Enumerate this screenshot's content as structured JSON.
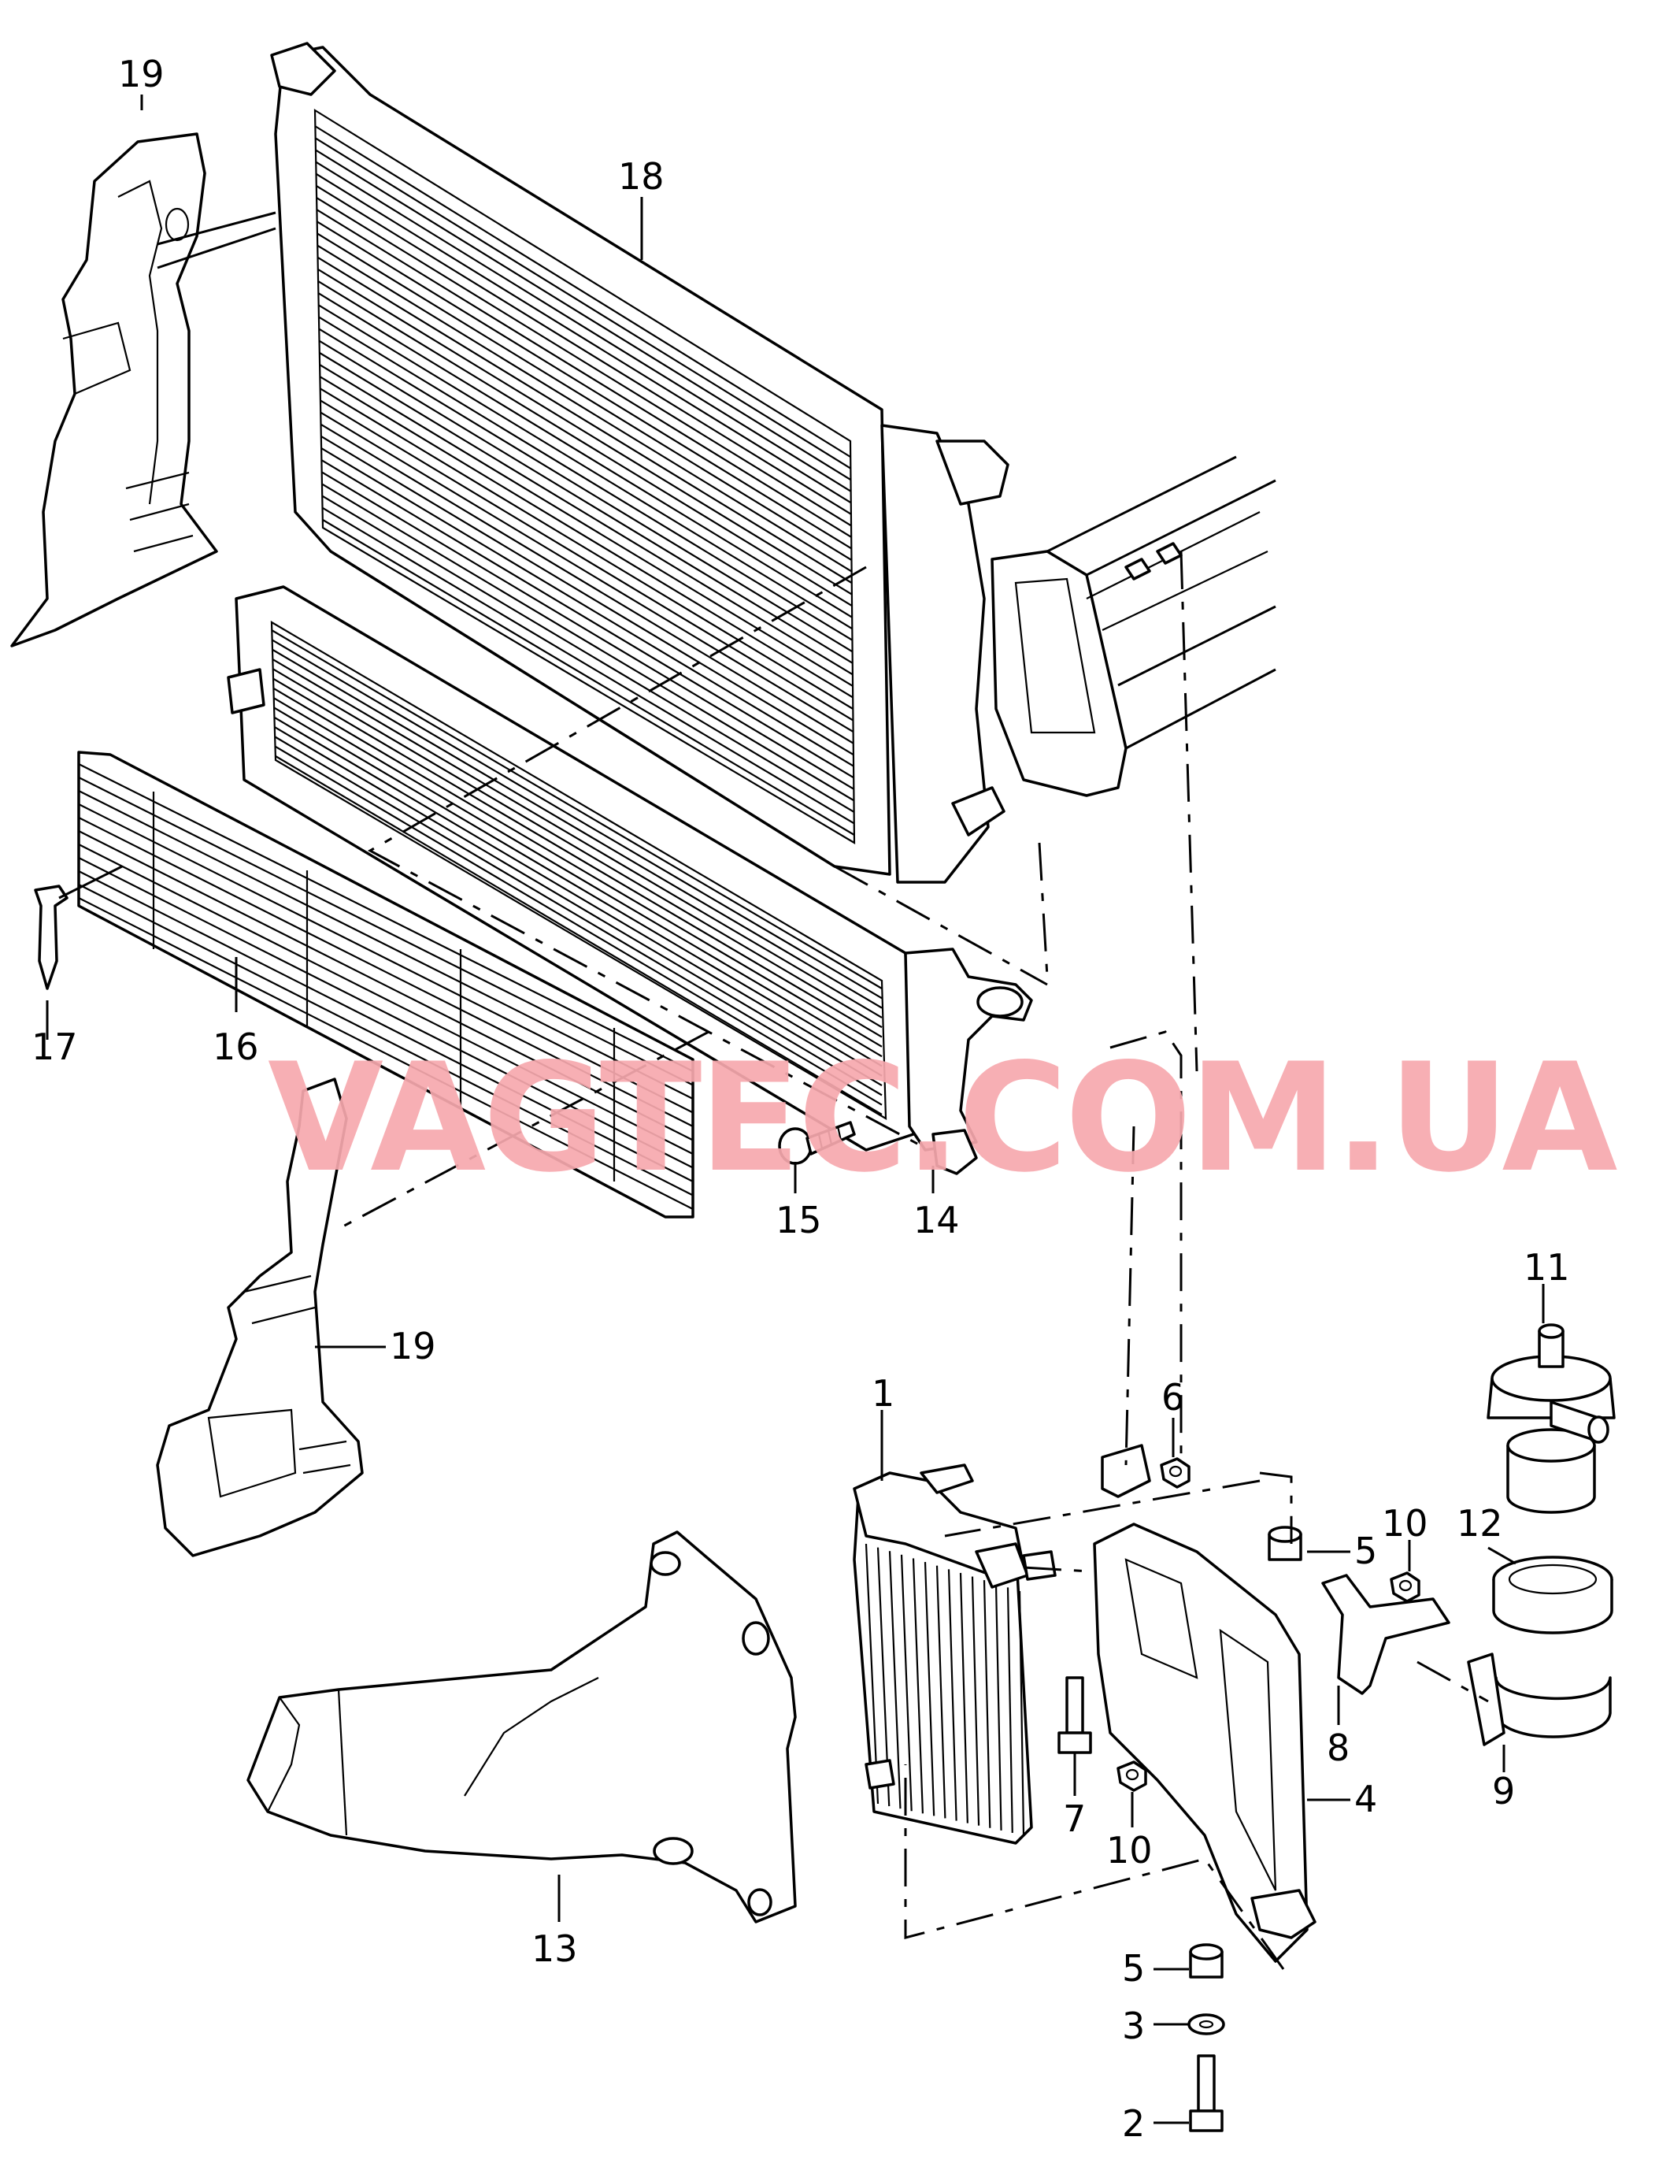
{
  "watermark": "VAGTEC.COM.UA",
  "callouts": [
    {
      "id": "c19a",
      "text": "19"
    },
    {
      "id": "c18",
      "text": "18"
    },
    {
      "id": "c17",
      "text": "17"
    },
    {
      "id": "c16",
      "text": "16"
    },
    {
      "id": "c15",
      "text": "15"
    },
    {
      "id": "c14",
      "text": "14"
    },
    {
      "id": "c19b",
      "text": "19"
    },
    {
      "id": "c11",
      "text": "11"
    },
    {
      "id": "c1",
      "text": "1"
    },
    {
      "id": "c6",
      "text": "6"
    },
    {
      "id": "c10a",
      "text": "10"
    },
    {
      "id": "c12",
      "text": "12"
    },
    {
      "id": "c5a",
      "text": "5"
    },
    {
      "id": "c8",
      "text": "8"
    },
    {
      "id": "c9",
      "text": "9"
    },
    {
      "id": "c7",
      "text": "7"
    },
    {
      "id": "c10b",
      "text": "10"
    },
    {
      "id": "c4",
      "text": "4"
    },
    {
      "id": "c13",
      "text": "13"
    },
    {
      "id": "c5b",
      "text": "5"
    },
    {
      "id": "c3",
      "text": "3"
    },
    {
      "id": "c2",
      "text": "2"
    }
  ]
}
